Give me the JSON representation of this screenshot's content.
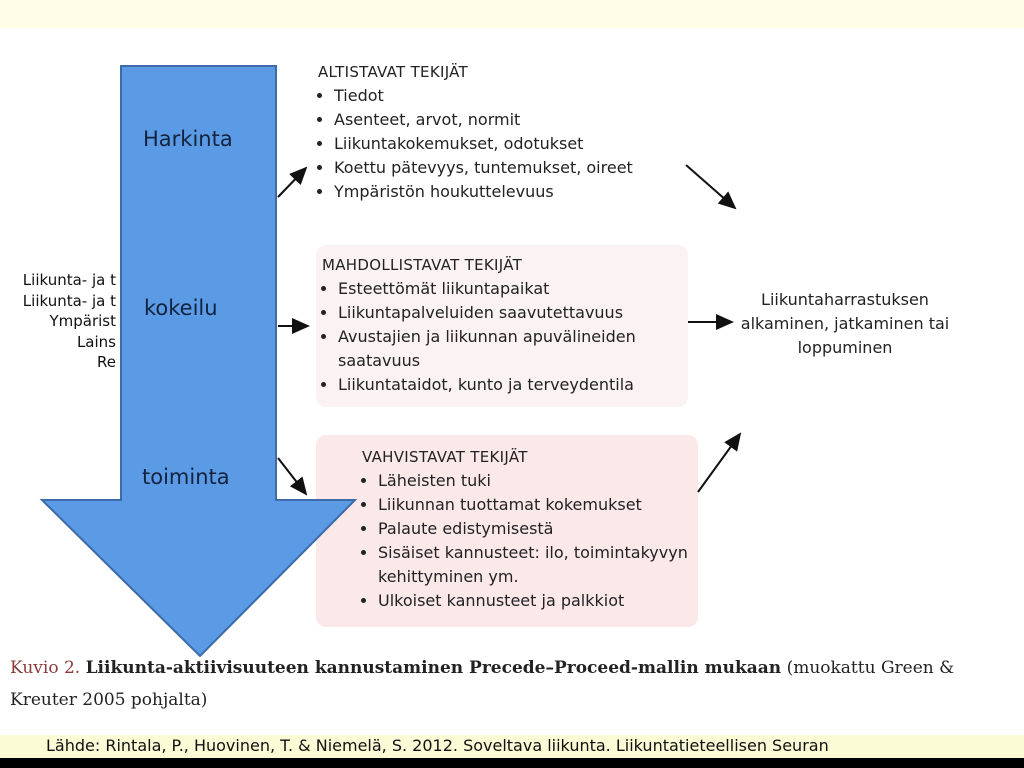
{
  "left_factors": [
    "Liikunta- ja t",
    "Liikunta- ja t",
    "Ympärist",
    "Lains",
    "Re"
  ],
  "stages": [
    "Harkinta",
    "kokeilu",
    "toiminta"
  ],
  "groups": [
    {
      "title": "ALTISTAVAT TEKIJÄT",
      "items": [
        "Tiedot",
        "Asenteet, arvot, normit",
        "Liikuntakokemukset, odotukset",
        "Koettu pätevyys, tuntemukset, oireet",
        "Ympäristön houkuttelevuus"
      ]
    },
    {
      "title": "MAHDOLLISTAVAT TEKIJÄT",
      "items": [
        "Esteettömät liikuntapaikat",
        "Liikuntapalveluiden saavutettavuus",
        "Avustajien ja liikunnan apuvälineiden saatavuus",
        "Liikuntataidot, kunto ja terveydentila"
      ]
    },
    {
      "title": "VAHVISTAVAT TEKIJÄT",
      "items": [
        "Läheisten tuki",
        "Liikunnan tuottamat kokemukset",
        "Palaute edistymisestä",
        "Sisäiset kannusteet: ilo, toimintakyvyn kehittyminen ym.",
        "Ulkoiset kannusteet ja palkkiot"
      ]
    }
  ],
  "result": "Liikuntaharrastuksen alkaminen, jatkaminen tai loppuminen",
  "caption": {
    "label": "Kuvio 2.",
    "title": "Liikunta-aktiivisuuteen kannustaminen Precede–Proceed-mallin mukaan",
    "note": "(muokattu Green & Kreuter 2005 pohjalta)"
  },
  "source": "Lähde: Rintala, P., Huovinen, T. & Niemelä, S. 2012. Soveltava liikunta. Liikuntatieteellisen Seuran",
  "colors": {
    "arrow": "#5b9be6",
    "arrow_border": "#3d6aa8"
  }
}
